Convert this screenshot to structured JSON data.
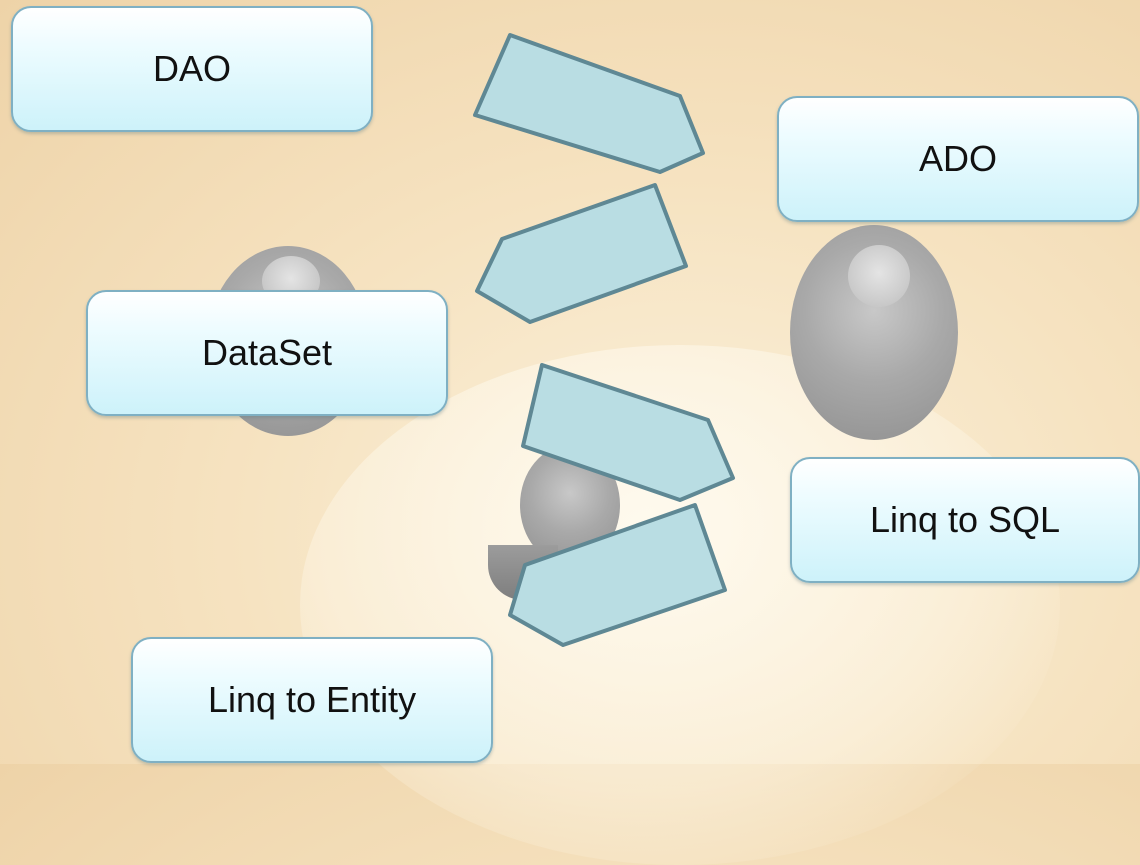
{
  "diagram": {
    "nodes": [
      {
        "id": "dao",
        "label": "DAO"
      },
      {
        "id": "ado",
        "label": "ADO"
      },
      {
        "id": "dataset",
        "label": "DataSet"
      },
      {
        "id": "linq-sql",
        "label": "Linq to SQL"
      },
      {
        "id": "linq-entity",
        "label": "Linq to Entity"
      }
    ],
    "edges": [
      {
        "from": "dao",
        "to": "ado"
      },
      {
        "from": "ado",
        "to": "dataset"
      },
      {
        "from": "dataset",
        "to": "linq-sql"
      },
      {
        "from": "linq-sql",
        "to": "linq-entity"
      }
    ],
    "colors": {
      "node_fill": "#cdf2fa",
      "node_border": "#7fb0c3",
      "arrow_fill": "#b9dde3",
      "arrow_stroke": "#5f8894",
      "background": "#f6e3c1",
      "sphere": "#a9a9a9"
    }
  }
}
